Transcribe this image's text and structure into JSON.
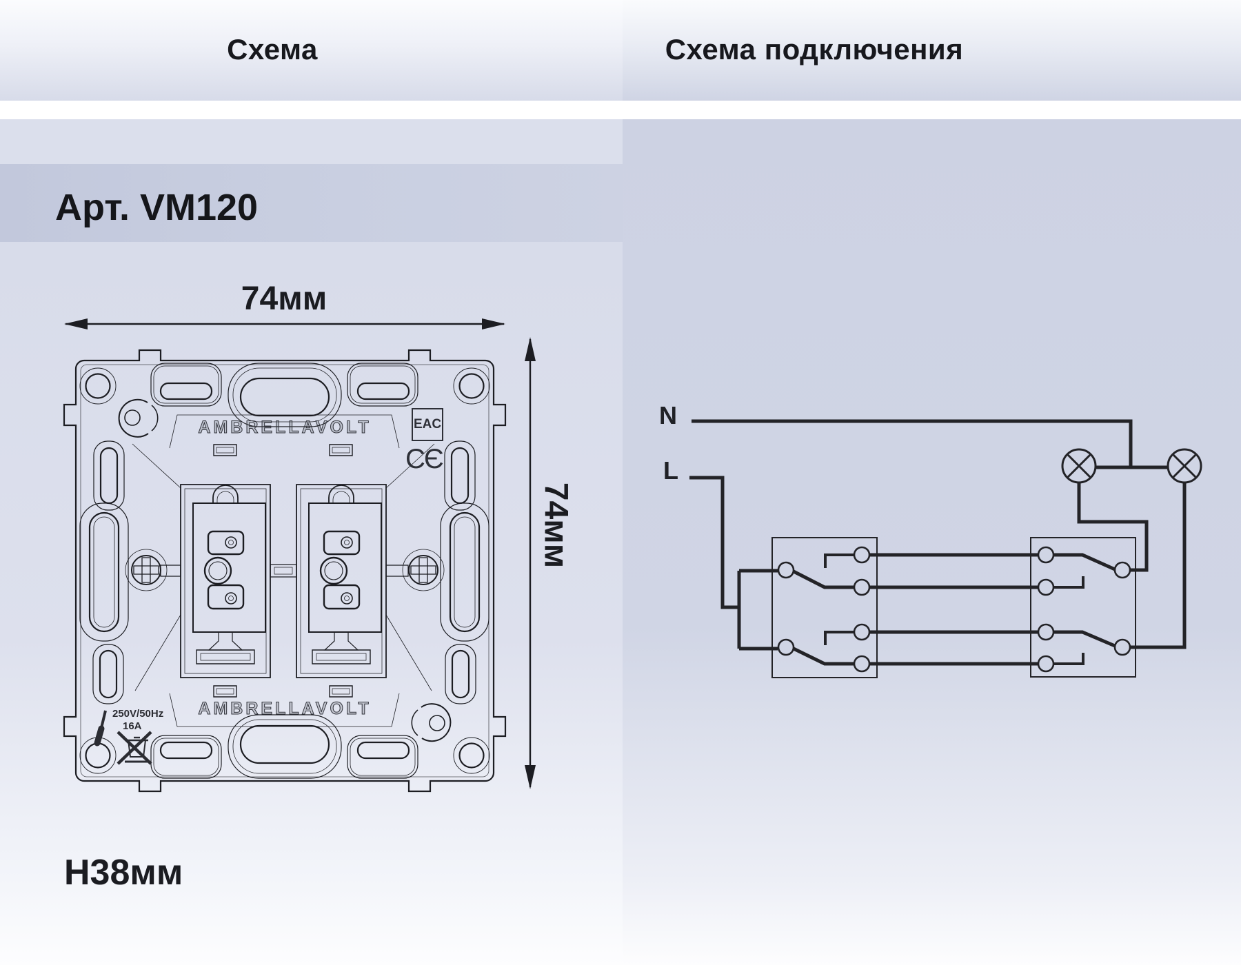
{
  "header": {
    "left_title": "Схема",
    "right_title": "Схема подключения"
  },
  "left_panel": {
    "article": "Арт. VM120",
    "width_label": "74мм",
    "height_label": "74мм",
    "depth_label": "H38мм",
    "plate_markings": {
      "brand_top": "AMBRELLAVOLT",
      "brand_bottom": "AMBRELLAVOLT",
      "eac": "EAC",
      "ce": "CЄ",
      "voltage": "250V/50Hz",
      "current": "16A"
    }
  },
  "right_panel": {
    "wiring": {
      "neutral": "N",
      "line": "L"
    }
  },
  "colors": {
    "band_art": "#c5cbdf",
    "panel_left": "#d9ddeb",
    "panel_right": "#cfd4e5",
    "line_dark": "#1c1d22",
    "white_band": "#ffffff"
  }
}
